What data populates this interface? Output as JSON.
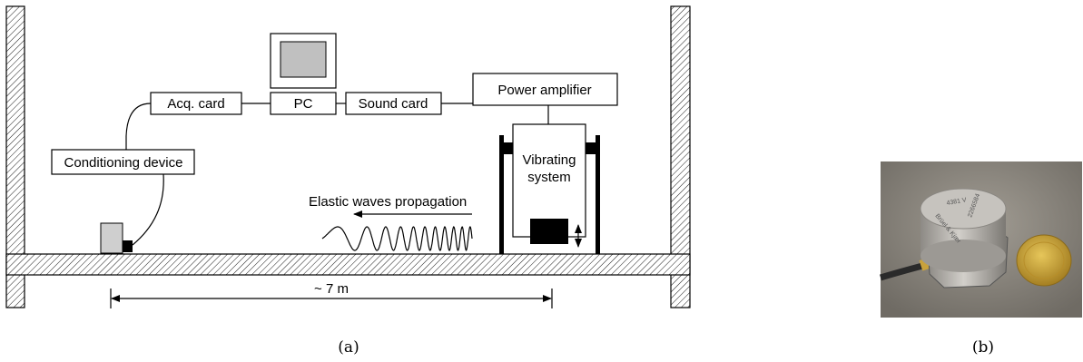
{
  "figure_a": {
    "labels": {
      "acq_card": "Acq. card",
      "pc": "PC",
      "sound_card": "Sound card",
      "power_amplifier": "Power amplifier",
      "conditioning_device": "Conditioning device",
      "vibrating_system_line1": "Vibrating",
      "vibrating_system_line2": "system",
      "elastic_waves": "Elastic waves propagation",
      "distance": "~ 7 m"
    },
    "caption": "(a)"
  },
  "figure_b": {
    "sensor_markings": [
      "4381 V",
      "2266584",
      "Brüel & Kjær"
    ],
    "caption": "(b)"
  },
  "colors": {
    "line": "#000000",
    "monitor_screen": "#c0c0c0",
    "sensor_box": "#cfcfcf",
    "photo_background": "#8f8a82",
    "sensor_metal": "#b9b6b0",
    "coin": "#c9a33a"
  }
}
